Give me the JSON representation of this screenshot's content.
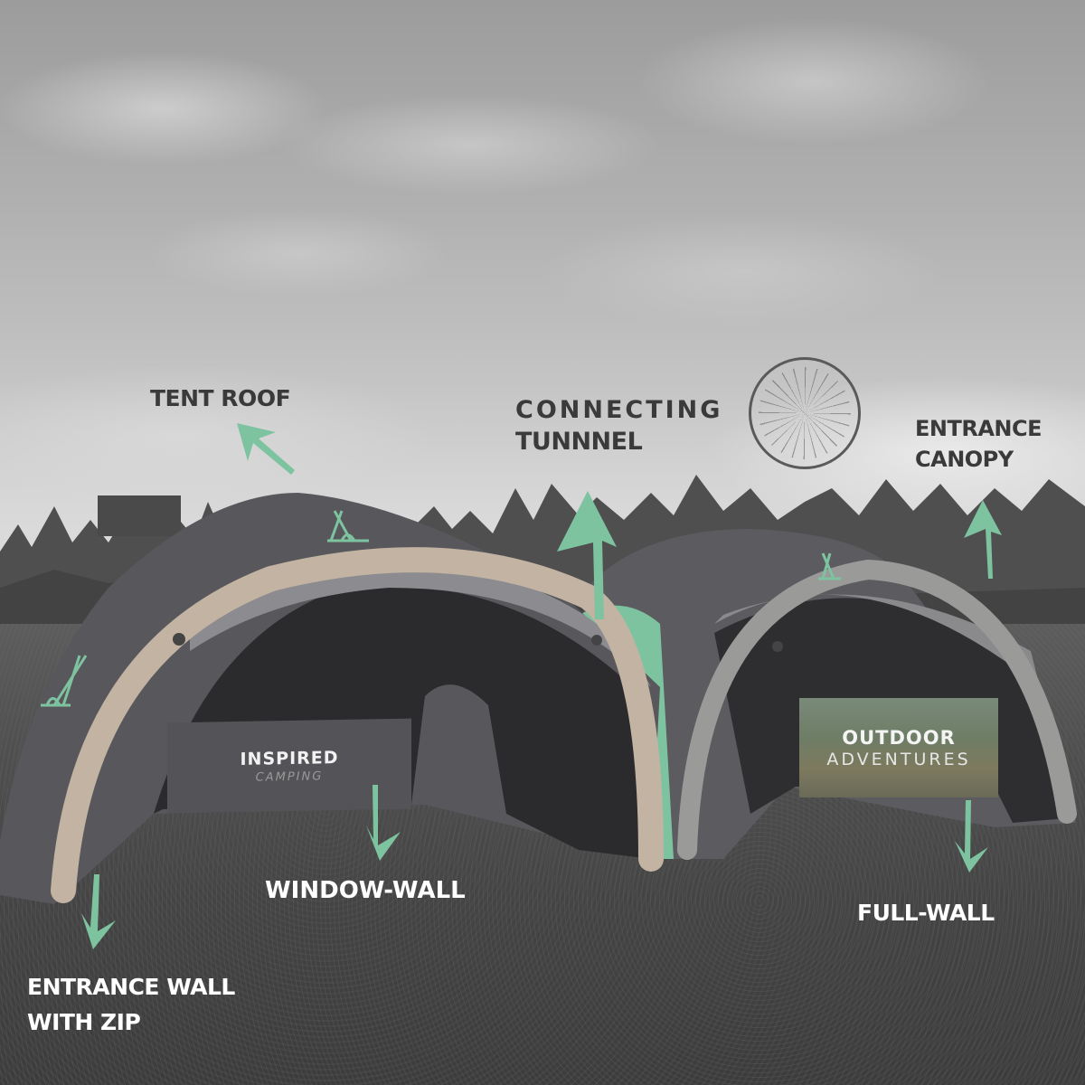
{
  "image": {
    "description": "Annotated photo of two connected inflatable event tents in a park with labeled components",
    "accent_color": "#7ec3a0",
    "sky_color": "#b8b8b8",
    "ground_color": "#4a4a4a"
  },
  "labels": {
    "tent_roof": "TENT ROOF",
    "connecting_tunnel_line1": "CONNECTING",
    "connecting_tunnel_line2": "TUNNNEL",
    "entrance_canopy_line1": "ENTRANCE",
    "entrance_canopy_line2": "CANOPY",
    "entrance_wall_line1": "ENTRANCE WALL",
    "entrance_wall_line2": "WITH ZIP",
    "window_wall": "WINDOW-WALL",
    "full_wall": "FULL-WALL"
  },
  "banners": {
    "left": {
      "brand": "INSPIRED",
      "sub": "CAMPING"
    },
    "right": {
      "brand": "OUTDOOR",
      "sub": "ADVENTURES"
    }
  },
  "arrows": [
    {
      "target": "tent_roof",
      "direction": "up-left",
      "icon": "arrow-up-left-icon"
    },
    {
      "target": "connecting_tunnel",
      "direction": "up",
      "icon": "arrow-up-icon"
    },
    {
      "target": "entrance_canopy",
      "direction": "up",
      "icon": "arrow-up-icon"
    },
    {
      "target": "entrance_wall",
      "direction": "down",
      "icon": "arrow-down-icon"
    },
    {
      "target": "window_wall",
      "direction": "down",
      "icon": "arrow-down-icon"
    },
    {
      "target": "full_wall",
      "direction": "down",
      "icon": "arrow-down-icon"
    }
  ]
}
